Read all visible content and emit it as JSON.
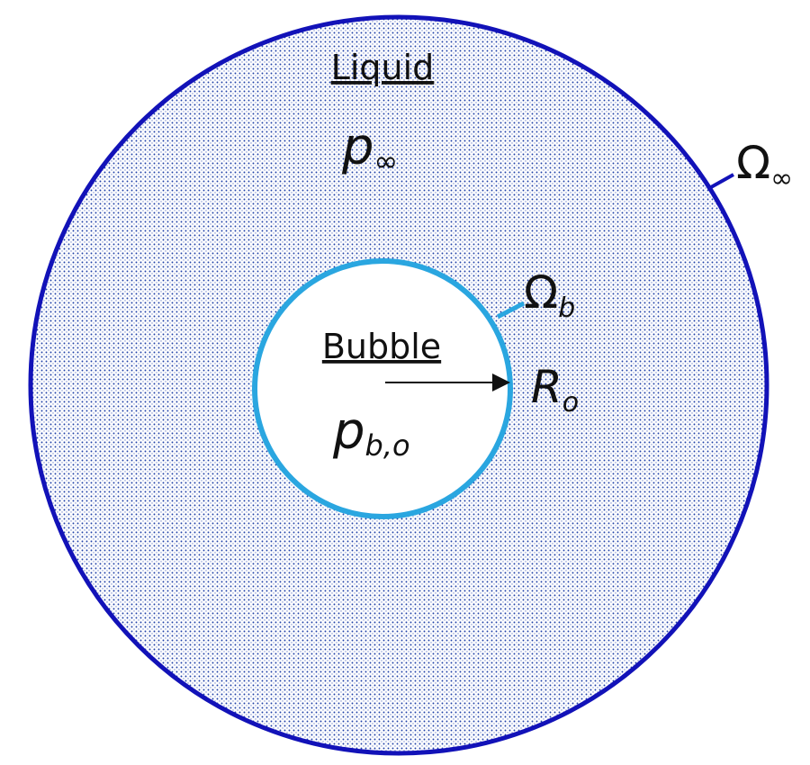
{
  "regions": {
    "liquid": {
      "title": "Liquid",
      "pressure_symbol": "p",
      "pressure_subscript": "∞"
    },
    "bubble": {
      "title": "Bubble",
      "pressure_symbol": "p",
      "pressure_subscript": "b,o"
    }
  },
  "boundaries": {
    "outer": {
      "symbol": "Ω",
      "subscript": "∞"
    },
    "inner": {
      "symbol": "Ω",
      "subscript": "b"
    }
  },
  "radius": {
    "symbol": "R",
    "subscript": "o"
  },
  "colors": {
    "outer_boundary": "#1212b8",
    "inner_boundary": "#2aa6e0",
    "liquid_dots": "#1f3fa8",
    "bubble_fill": "#ffffff",
    "text": "#111111",
    "arrow": "#111111"
  }
}
